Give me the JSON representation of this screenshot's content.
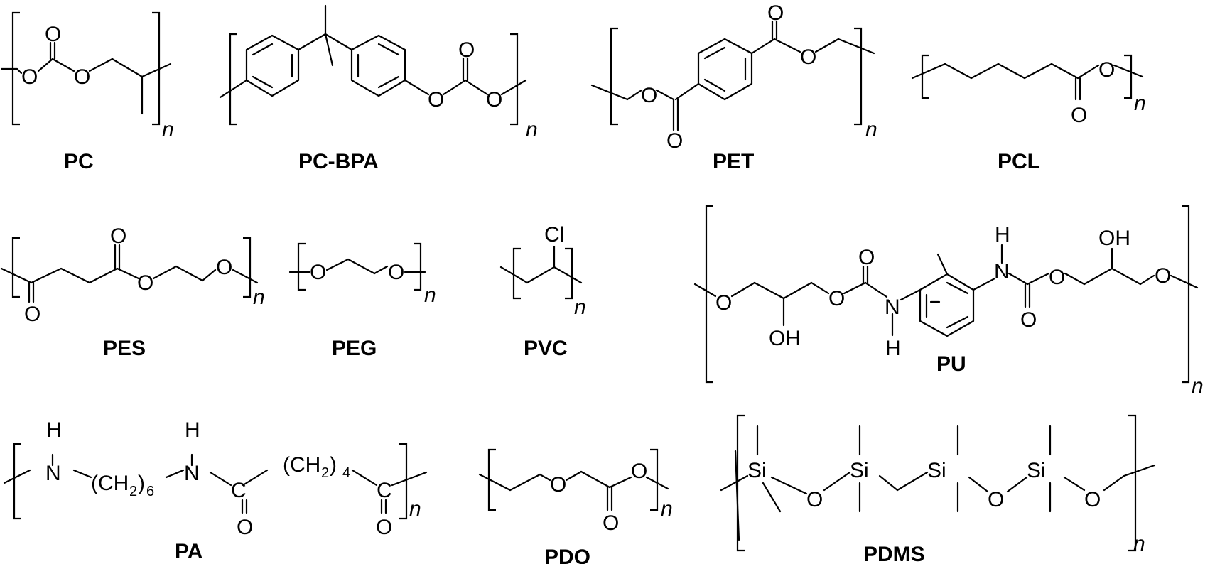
{
  "polymers": [
    {
      "id": "pc",
      "name": "PC",
      "atoms": {
        "o1": "O",
        "o2": "O",
        "o3": "O"
      },
      "repeat": "n"
    },
    {
      "id": "pcbpa",
      "name": "PC-BPA",
      "atoms": {
        "o1": "O",
        "o2": "O",
        "o3": "O"
      },
      "repeat": "n"
    },
    {
      "id": "pet",
      "name": "PET",
      "atoms": {
        "o1": "O",
        "o2": "O",
        "o3": "O",
        "o4": "O"
      },
      "repeat": "n"
    },
    {
      "id": "pcl",
      "name": "PCL",
      "atoms": {
        "o1": "O",
        "o2": "O"
      },
      "repeat": "n"
    },
    {
      "id": "pes",
      "name": "PES",
      "atoms": {
        "o1": "O",
        "o2": "O",
        "o3": "O",
        "o4": "O"
      },
      "repeat": "n"
    },
    {
      "id": "peg",
      "name": "PEG",
      "atoms": {
        "o1": "O",
        "o2": "O"
      },
      "repeat": "n"
    },
    {
      "id": "pvc",
      "name": "PVC",
      "atoms": {
        "cl": "Cl"
      },
      "repeat": "n"
    },
    {
      "id": "pu",
      "name": "PU",
      "atoms": {
        "o1": "O",
        "oh1": "OH",
        "o2": "O",
        "o3": "O",
        "nh1": "N",
        "h1": "H",
        "nh2": "N",
        "h2": "H",
        "o4": "O",
        "o5": "O",
        "oh2": "OH",
        "o6": "O"
      },
      "repeat": "n"
    },
    {
      "id": "pa",
      "name": "PA",
      "atoms": {
        "n1": "N",
        "h1": "H",
        "ch2_6": "(CH",
        "sub6a": "2",
        "sub6b": ")",
        "sub6c": "6",
        "n2": "N",
        "h2": "H",
        "c1": "C",
        "o1": "O",
        "ch2_4": "(CH",
        "sub4a": "2",
        "sub4b": ")",
        "sub4c": "4",
        "c2": "C",
        "o2": "O"
      },
      "repeat": "n"
    },
    {
      "id": "pdo",
      "name": "PDO",
      "atoms": {
        "o1": "O",
        "o2": "O",
        "o3": "O"
      },
      "repeat": "n"
    },
    {
      "id": "pdms",
      "name": "PDMS",
      "atoms": {
        "si1": "Si",
        "o1": "O",
        "si2": "Si",
        "si3": "Si",
        "o2": "O",
        "si4": "Si",
        "o3": "O"
      },
      "repeat": "n"
    }
  ]
}
